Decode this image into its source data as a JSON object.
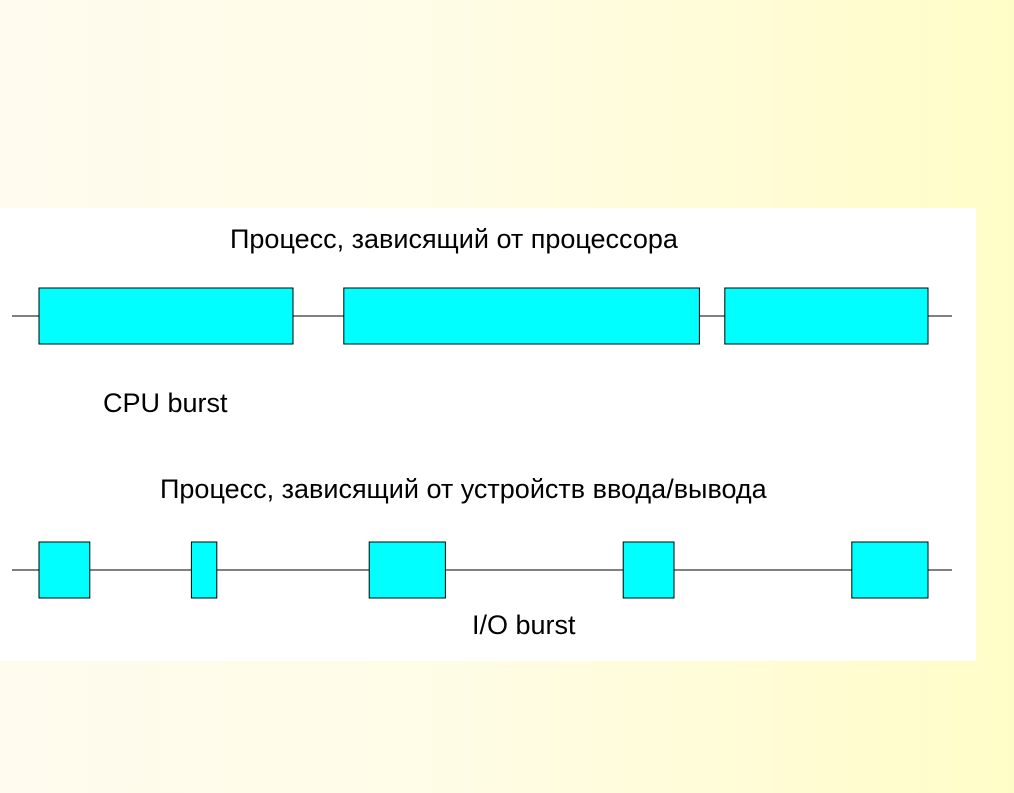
{
  "diagram": {
    "cpu_process": {
      "title": "Процесс, зависящий от процессора",
      "burst_label": "CPU burst",
      "bursts": [
        [
          0.0,
          1.0
        ],
        [
          1.2,
          2.6
        ],
        [
          2.7,
          3.5
        ]
      ]
    },
    "io_process": {
      "title": "Процесс, зависящий от устройств ввода/вывода",
      "burst_label": "I/O burst",
      "bursts": [
        [
          0.0,
          0.2
        ],
        [
          0.6,
          0.7
        ],
        [
          1.3,
          1.6
        ],
        [
          2.3,
          2.5
        ],
        [
          3.2,
          3.5
        ]
      ]
    },
    "colors": {
      "burst_fill": "#00ffff",
      "line": "#000000"
    }
  }
}
